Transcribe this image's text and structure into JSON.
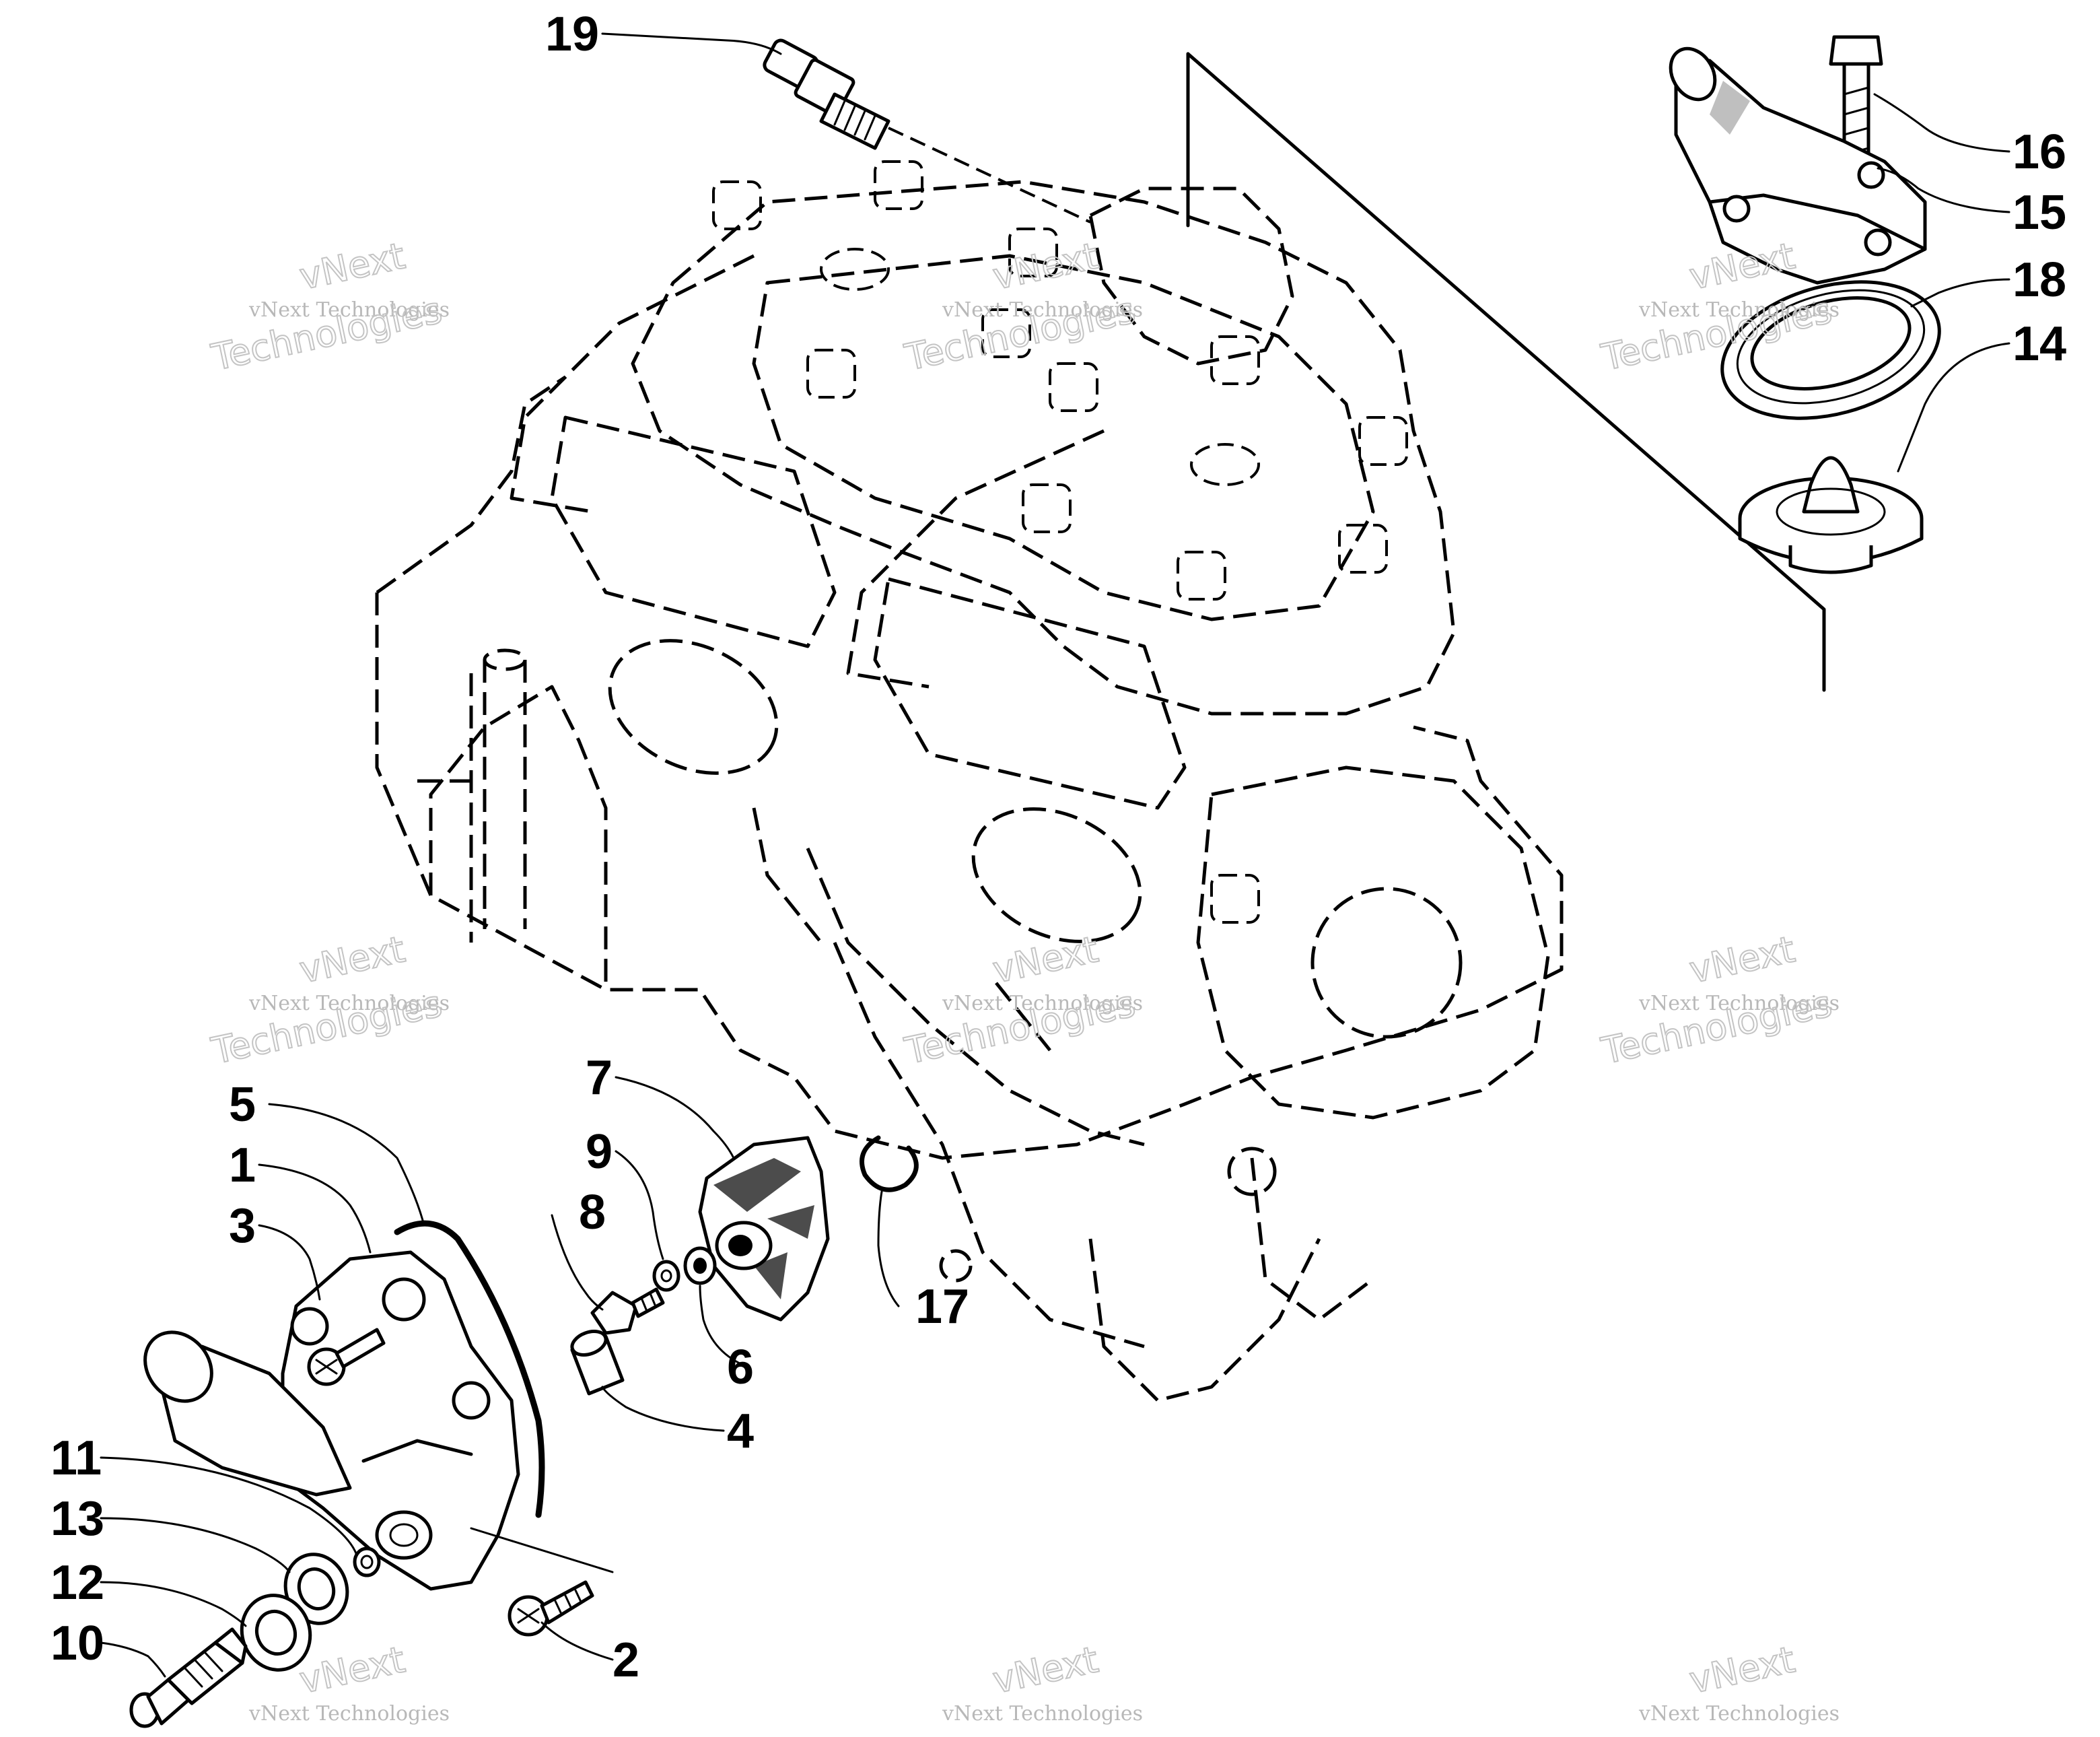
{
  "diagram": {
    "callouts": [
      {
        "id": "c19",
        "label": "19"
      },
      {
        "id": "c16",
        "label": "16"
      },
      {
        "id": "c15",
        "label": "15"
      },
      {
        "id": "c18",
        "label": "18"
      },
      {
        "id": "c14",
        "label": "14"
      },
      {
        "id": "c5",
        "label": "5"
      },
      {
        "id": "c1",
        "label": "1"
      },
      {
        "id": "c3",
        "label": "3"
      },
      {
        "id": "c7",
        "label": "7"
      },
      {
        "id": "c9",
        "label": "9"
      },
      {
        "id": "c8",
        "label": "8"
      },
      {
        "id": "c6",
        "label": "6"
      },
      {
        "id": "c4",
        "label": "4"
      },
      {
        "id": "c17",
        "label": "17"
      },
      {
        "id": "c11",
        "label": "11"
      },
      {
        "id": "c13",
        "label": "13"
      },
      {
        "id": "c12",
        "label": "12"
      },
      {
        "id": "c10",
        "label": "10"
      },
      {
        "id": "c2",
        "label": "2"
      }
    ]
  },
  "watermark": {
    "line1": "vNext Technologies",
    "line2": "vNext",
    "line3": "Technologies"
  }
}
